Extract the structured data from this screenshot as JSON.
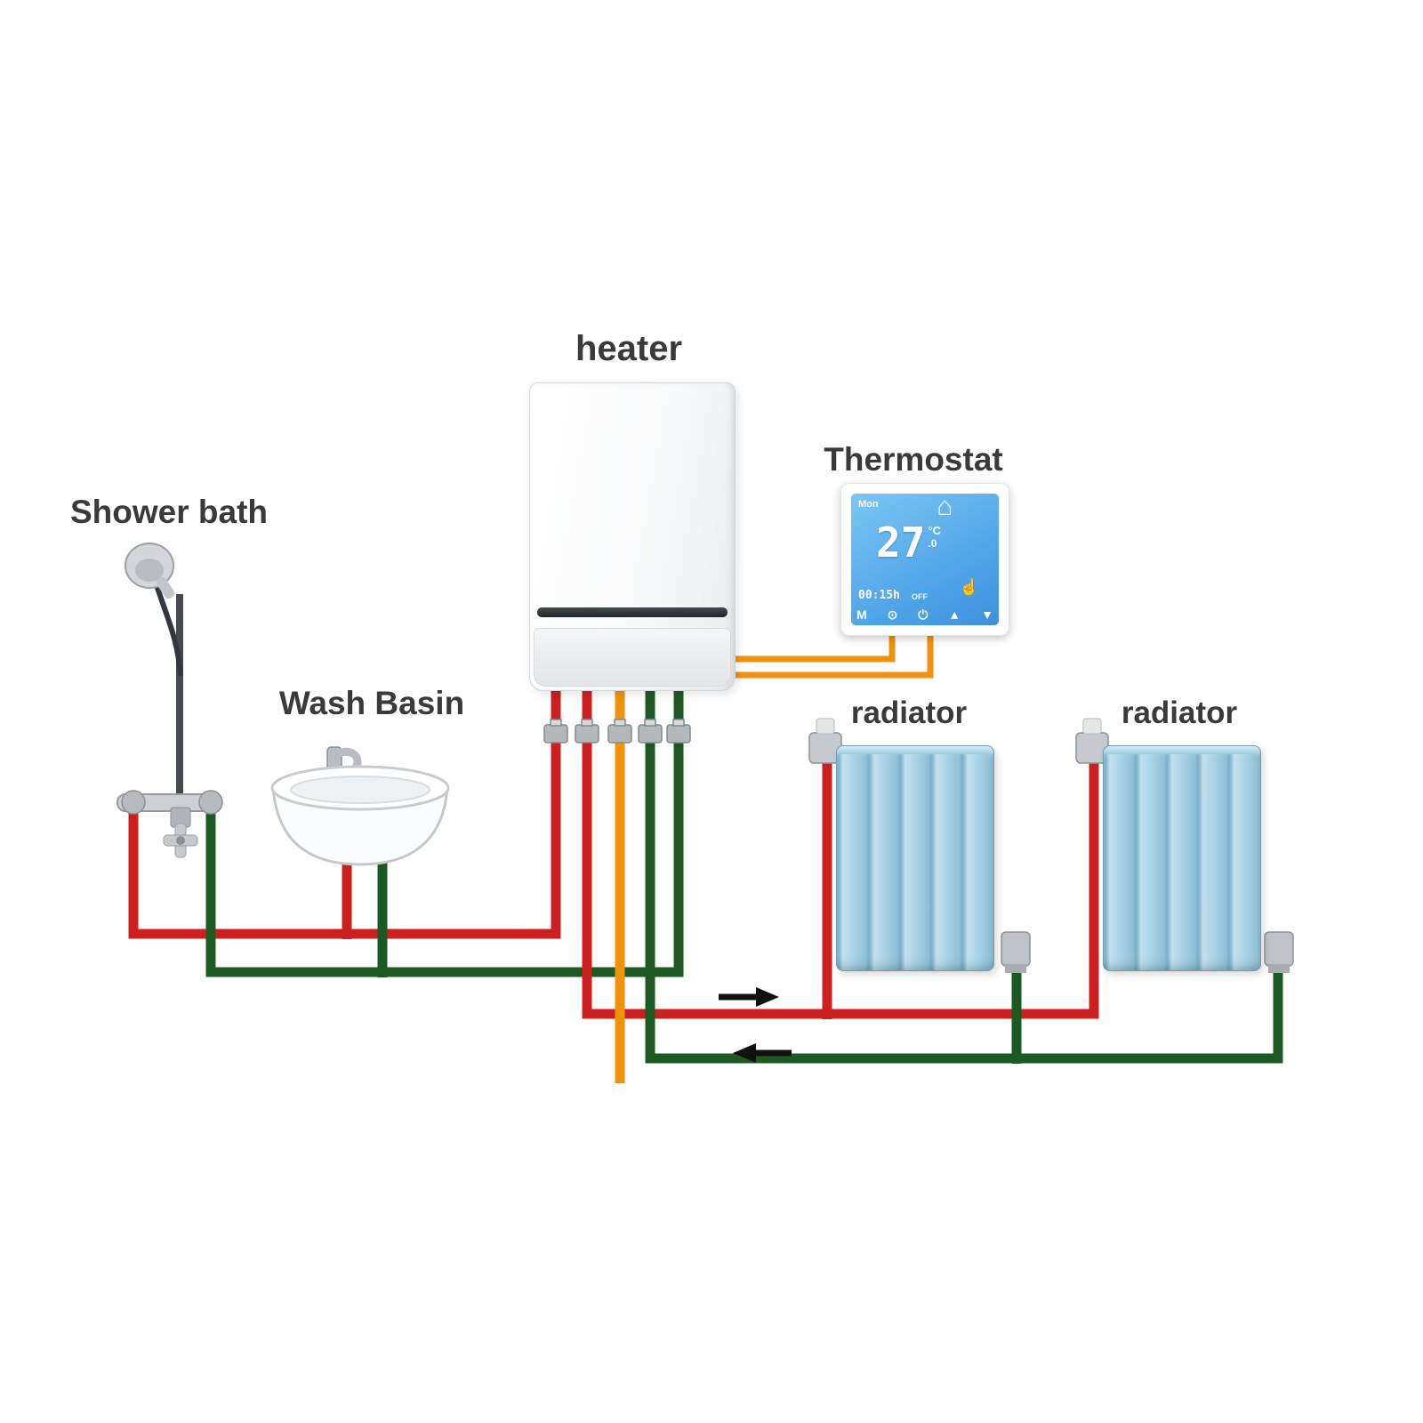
{
  "labels": {
    "heater": "heater",
    "thermostat": "Thermostat",
    "shower_bath": "Shower bath",
    "wash_basin": "Wash Basin",
    "radiator_left": "radiator",
    "radiator_right": "radiator"
  },
  "thermostat": {
    "day": "Mon",
    "temperature": "27",
    "unit": "°C",
    "decimal": ".0",
    "timer": "00:15h",
    "timer_state": "OFF",
    "house_icon": "⌂",
    "hand_icon": "☝",
    "buttons": [
      "M",
      "⊙",
      "⏻",
      "▲",
      "▼"
    ]
  },
  "colors": {
    "hot_pipe": "#cc2020",
    "cold_pipe": "#1d5a23",
    "wire": "#f0930c",
    "radiator_fill": "#a9d4e7",
    "screen_blue": "#4ba0e6",
    "label_text": "#3a3a3a",
    "arrow": "#111111"
  }
}
